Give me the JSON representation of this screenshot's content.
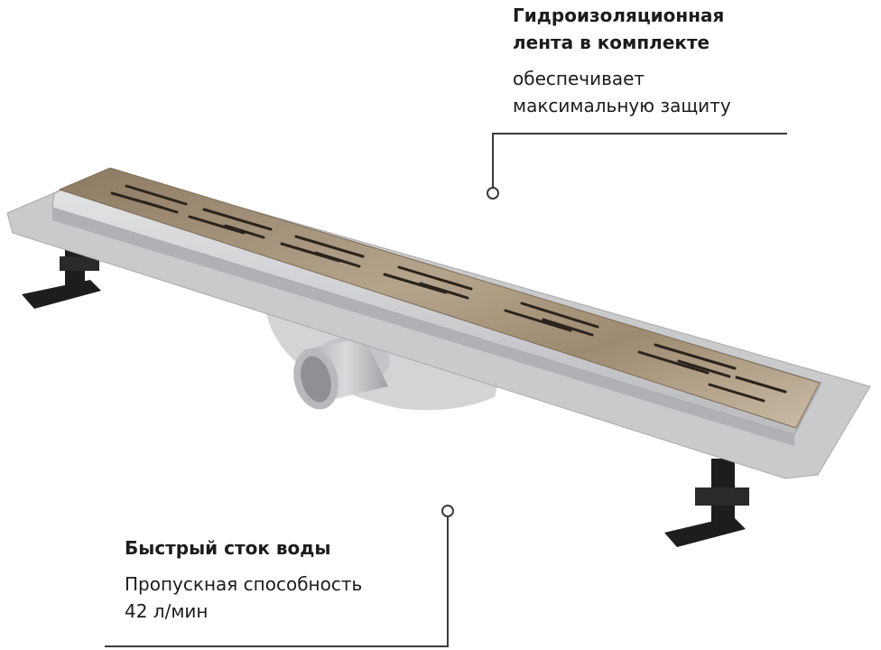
{
  "callouts": {
    "waterproofing": {
      "title": "Гидроизоляционная\nлента в комплекте",
      "text": "обеспечивает\nмаксимальную защиту"
    },
    "drainage": {
      "title": "Быстрый сток воды",
      "text": "Пропускная способность\n42 л/мин"
    }
  },
  "colors": {
    "frame": "#c9cacc",
    "grate": "#a28f76",
    "line": "#3a3a3a",
    "legs": "#1d1d1d"
  }
}
